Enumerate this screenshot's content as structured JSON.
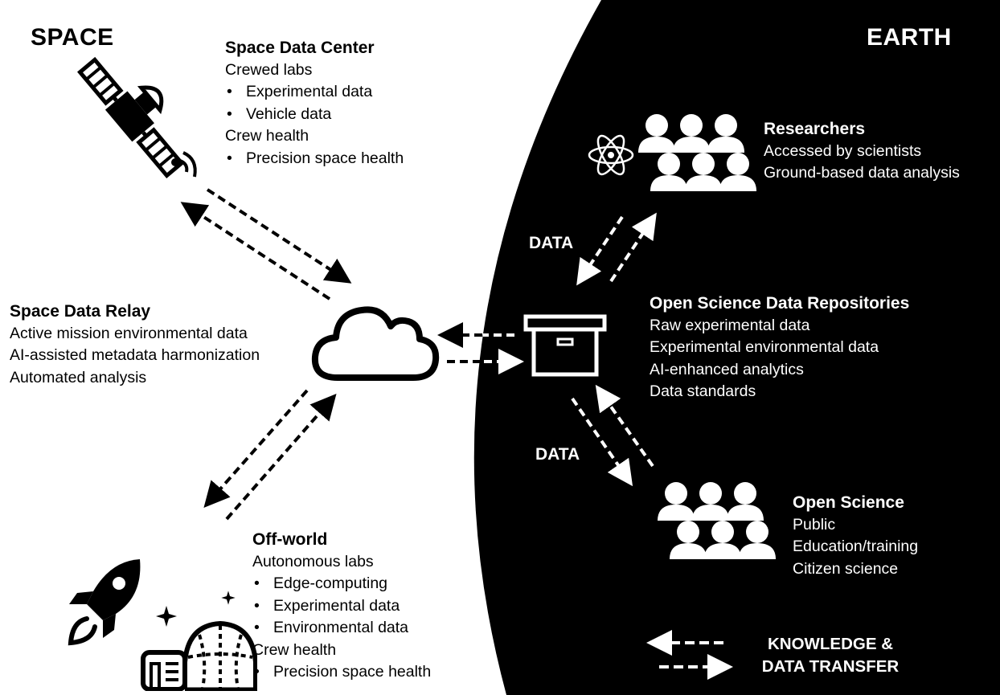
{
  "regions": {
    "space": "SPACE",
    "earth": "EARTH"
  },
  "space_data_center": {
    "title": "Space Data Center",
    "lines": [
      {
        "text": "Crewed labs",
        "bullet": false
      },
      {
        "text": "Experimental data",
        "bullet": true
      },
      {
        "text": "Vehicle data",
        "bullet": true
      },
      {
        "text": "Crew health",
        "bullet": false
      },
      {
        "text": "Precision space health",
        "bullet": true
      }
    ]
  },
  "space_data_relay": {
    "title": "Space Data Relay",
    "lines": [
      "Active mission environmental data",
      "AI-assisted metadata harmonization",
      "Automated analysis"
    ]
  },
  "off_world": {
    "title": "Off-world",
    "lines": [
      {
        "text": "Autonomous labs",
        "bullet": false
      },
      {
        "text": "Edge-computing",
        "bullet": true
      },
      {
        "text": "Experimental data",
        "bullet": true
      },
      {
        "text": "Environmental data",
        "bullet": true
      },
      {
        "text": "Crew health",
        "bullet": false
      },
      {
        "text": "Precision space health",
        "bullet": true
      }
    ]
  },
  "researchers": {
    "title": "Researchers",
    "lines": [
      "Accessed by scientists",
      "Ground-based data analysis"
    ]
  },
  "repositories": {
    "title": "Open Science Data Repositories",
    "lines": [
      "Raw experimental data",
      "Experimental environmental data",
      "AI-enhanced analytics",
      "Data standards"
    ]
  },
  "open_science": {
    "title": "Open Science",
    "lines": [
      "Public",
      "Education/training",
      "Citizen science"
    ]
  },
  "arrow_labels": {
    "upper": "DATA",
    "lower": "DATA"
  },
  "legend": {
    "line1": "KNOWLEDGE &",
    "line2": "DATA TRANSFER"
  },
  "colors": {
    "earth_background": "#000000",
    "space_background": "#ffffff",
    "foreground_dark": "#000000",
    "foreground_light": "#ffffff"
  },
  "icons": [
    "satellite-icon",
    "cloud-icon",
    "archive-box-icon",
    "atom-icon",
    "people-group-icon",
    "rocket-icon",
    "habitat-dome-icon",
    "sparkle-icon"
  ]
}
